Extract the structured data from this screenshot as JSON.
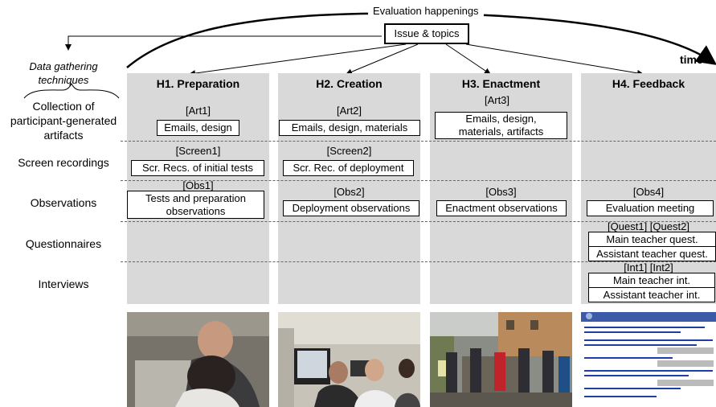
{
  "header": {
    "evaluation_label": "Evaluation happenings",
    "issue_label": "Issue & topics",
    "time_label": "time",
    "techniques_label_line1": "Data gathering",
    "techniques_label_line2": "techniques"
  },
  "rows": [
    {
      "label_line1": "Collection of",
      "label_line2": "participant-generated",
      "label_line3": "artifacts"
    },
    {
      "label": "Screen recordings"
    },
    {
      "label": "Observations"
    },
    {
      "label": "Questionnaires"
    },
    {
      "label": "Interviews"
    }
  ],
  "columns": [
    {
      "title": "H1. Preparation"
    },
    {
      "title": "H2. Creation"
    },
    {
      "title": "H3. Enactment"
    },
    {
      "title": "H4. Feedback"
    }
  ],
  "cells": {
    "art1_tag": "[Art1]",
    "art1_box": "Emails, design",
    "art2_tag": "[Art2]",
    "art2_box": "Emails, design, materials",
    "art3_tag": "[Art3]",
    "art3_line1": "Emails, design,",
    "art3_line2": "materials, artifacts",
    "screen1_tag": "[Screen1]",
    "screen1_box": "Scr. Recs. of initial tests",
    "screen2_tag": "[Screen2]",
    "screen2_box": "Scr. Rec. of deployment",
    "obs1_tag": "[Obs1]",
    "obs1_line1": "Tests and preparation",
    "obs1_line2": "observations",
    "obs2_tag": "[Obs2]",
    "obs2_box": "Deployment observations",
    "obs3_tag": "[Obs3]",
    "obs3_box": "Enactment observations",
    "obs4_tag": "[Obs4]",
    "obs4_box": "Evaluation meeting",
    "quest_tag": "[Quest1] [Quest2]",
    "quest1_box": "Main teacher quest.",
    "quest2_box": "Assistant teacher quest.",
    "int_tag": "[Int1] [Int2]",
    "int1_box": "Main teacher int.",
    "int2_box": "Assistant teacher int."
  },
  "colors": {
    "column_bg": "#d9d9d9",
    "dash": "#666666"
  }
}
